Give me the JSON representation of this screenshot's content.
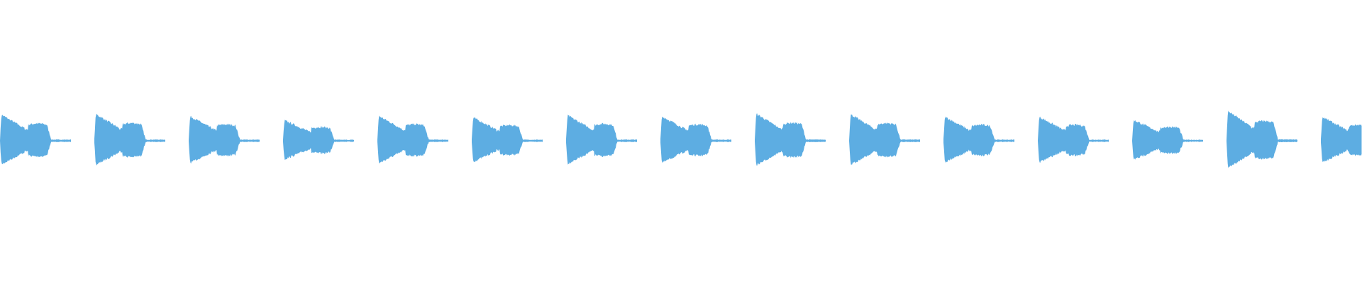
{
  "colors": {
    "background": "#ffffff",
    "waveform": "#5DADE2"
  },
  "waveform": {
    "segment_count": 15,
    "peaks": [
      0.8,
      0.82,
      0.75,
      0.62,
      0.76,
      0.71,
      0.78,
      0.75,
      0.83,
      0.81,
      0.73,
      0.73,
      0.63,
      0.92,
      0.73
    ]
  }
}
